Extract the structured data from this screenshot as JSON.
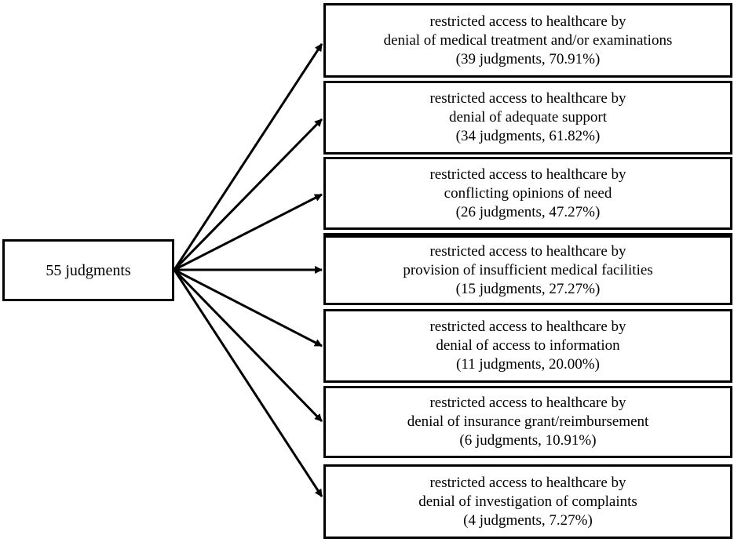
{
  "source": {
    "label": "55 judgments"
  },
  "outcomes": [
    {
      "line1": "restricted access to healthcare by",
      "line2": "denial of medical treatment and/or examinations",
      "line3": "(39 judgments, 70.91%)"
    },
    {
      "line1": "restricted access to healthcare by",
      "line2": "denial of adequate support",
      "line3": "(34 judgments, 61.82%)"
    },
    {
      "line1": "restricted access to healthcare by",
      "line2": "conflicting opinions of need",
      "line3": "(26 judgments, 47.27%)"
    },
    {
      "line1": "restricted access to healthcare by",
      "line2": "provision of insufficient medical facilities",
      "line3": "(15 judgments, 27.27%)"
    },
    {
      "line1": "restricted access to healthcare by",
      "line2": "denial of access to information",
      "line3": "(11 judgments, 20.00%)"
    },
    {
      "line1": "restricted access to healthcare by",
      "line2": "denial of insurance grant/reimbursement",
      "line3": "(6 judgments, 10.91%)"
    },
    {
      "line1": "restricted access to healthcare by",
      "line2": "denial of investigation of complaints",
      "line3": "(4 judgments, 7.27%)"
    }
  ]
}
